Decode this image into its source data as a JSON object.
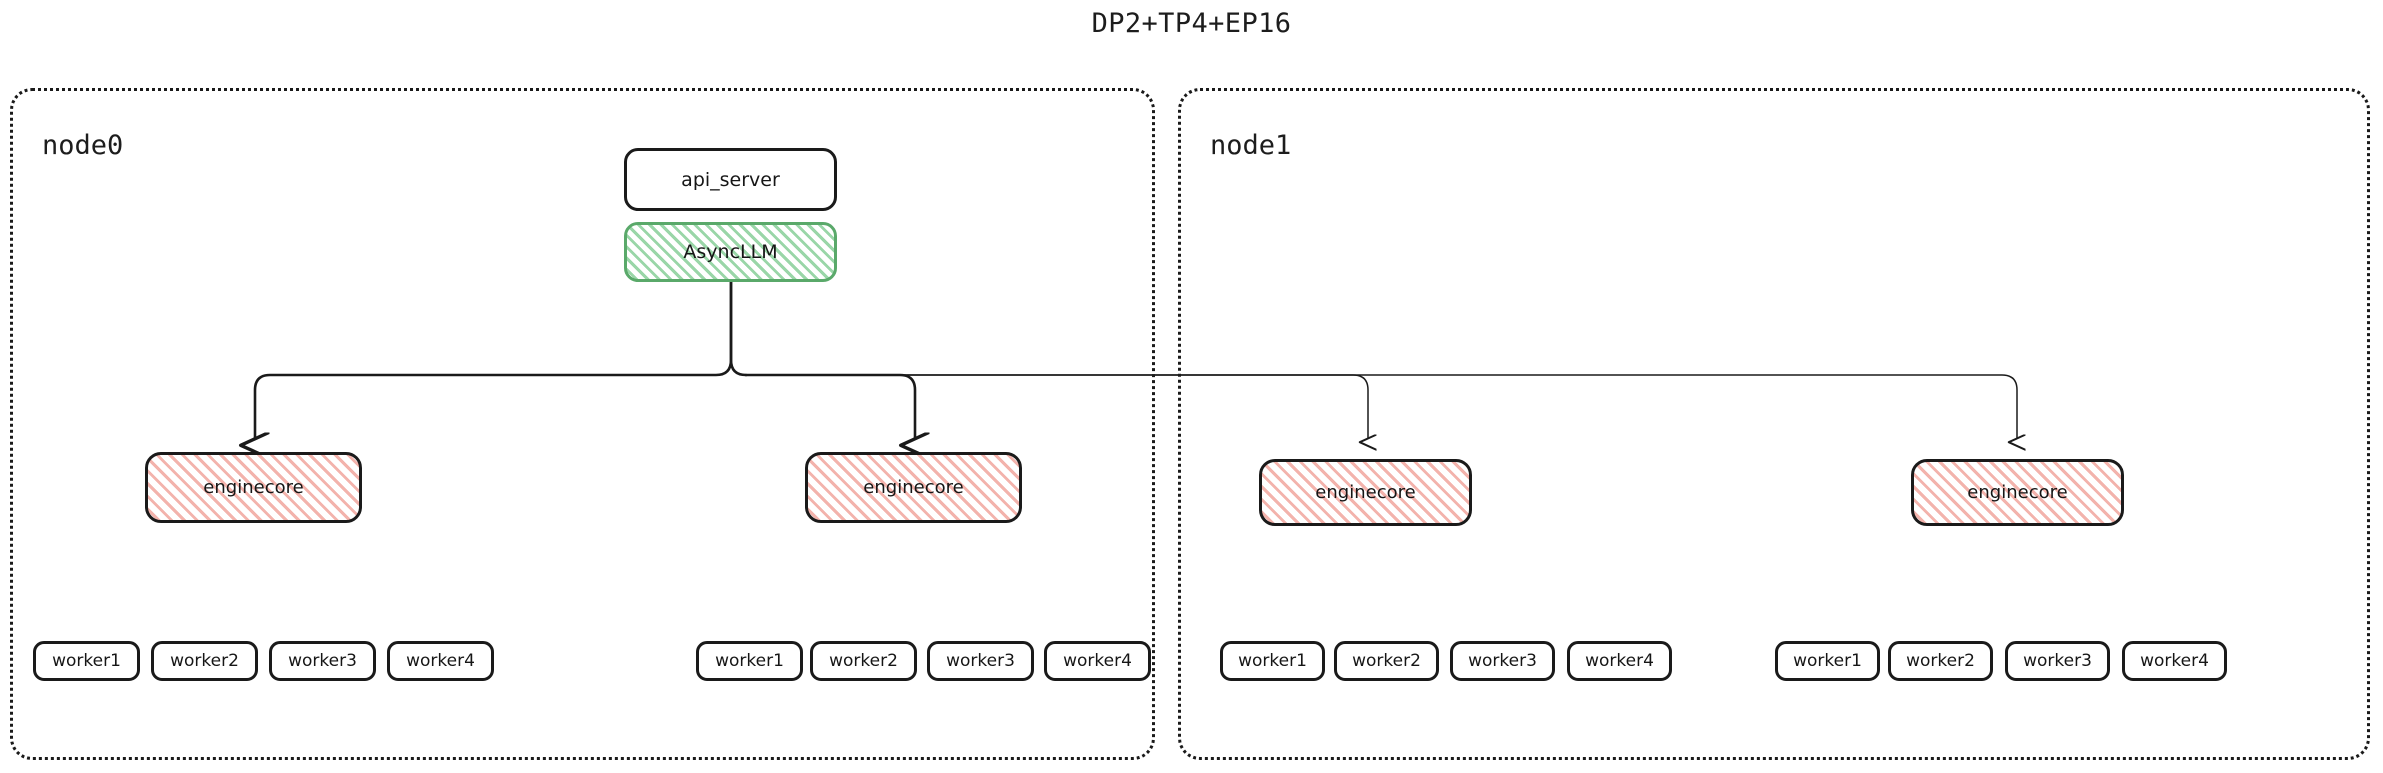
{
  "title": "DP2+TP4+EP16",
  "colors": {
    "stroke": "#1a1a1a",
    "async_border": "#5aa96a",
    "async_hatch": "#78c98b",
    "engine_hatch": "#ee968c",
    "text": "#161616",
    "container_border": "#1a1a1a"
  },
  "top": {
    "api_server_label": "api_server",
    "async_llm_label": "AsyncLLM"
  },
  "nodes": [
    {
      "label": "node0",
      "enginecores": [
        {
          "label": "enginecore",
          "workers": [
            {
              "label": "worker1"
            },
            {
              "label": "worker2"
            },
            {
              "label": "worker3"
            },
            {
              "label": "worker4"
            }
          ]
        },
        {
          "label": "enginecore",
          "workers": [
            {
              "label": "worker1"
            },
            {
              "label": "worker2"
            },
            {
              "label": "worker3"
            },
            {
              "label": "worker4"
            }
          ]
        }
      ]
    },
    {
      "label": "node1",
      "enginecores": [
        {
          "label": "enginecore",
          "workers": [
            {
              "label": "worker1"
            },
            {
              "label": "worker2"
            },
            {
              "label": "worker3"
            },
            {
              "label": "worker4"
            }
          ]
        },
        {
          "label": "enginecore",
          "workers": [
            {
              "label": "worker1"
            },
            {
              "label": "worker2"
            },
            {
              "label": "worker3"
            },
            {
              "label": "worker4"
            }
          ]
        }
      ]
    }
  ]
}
